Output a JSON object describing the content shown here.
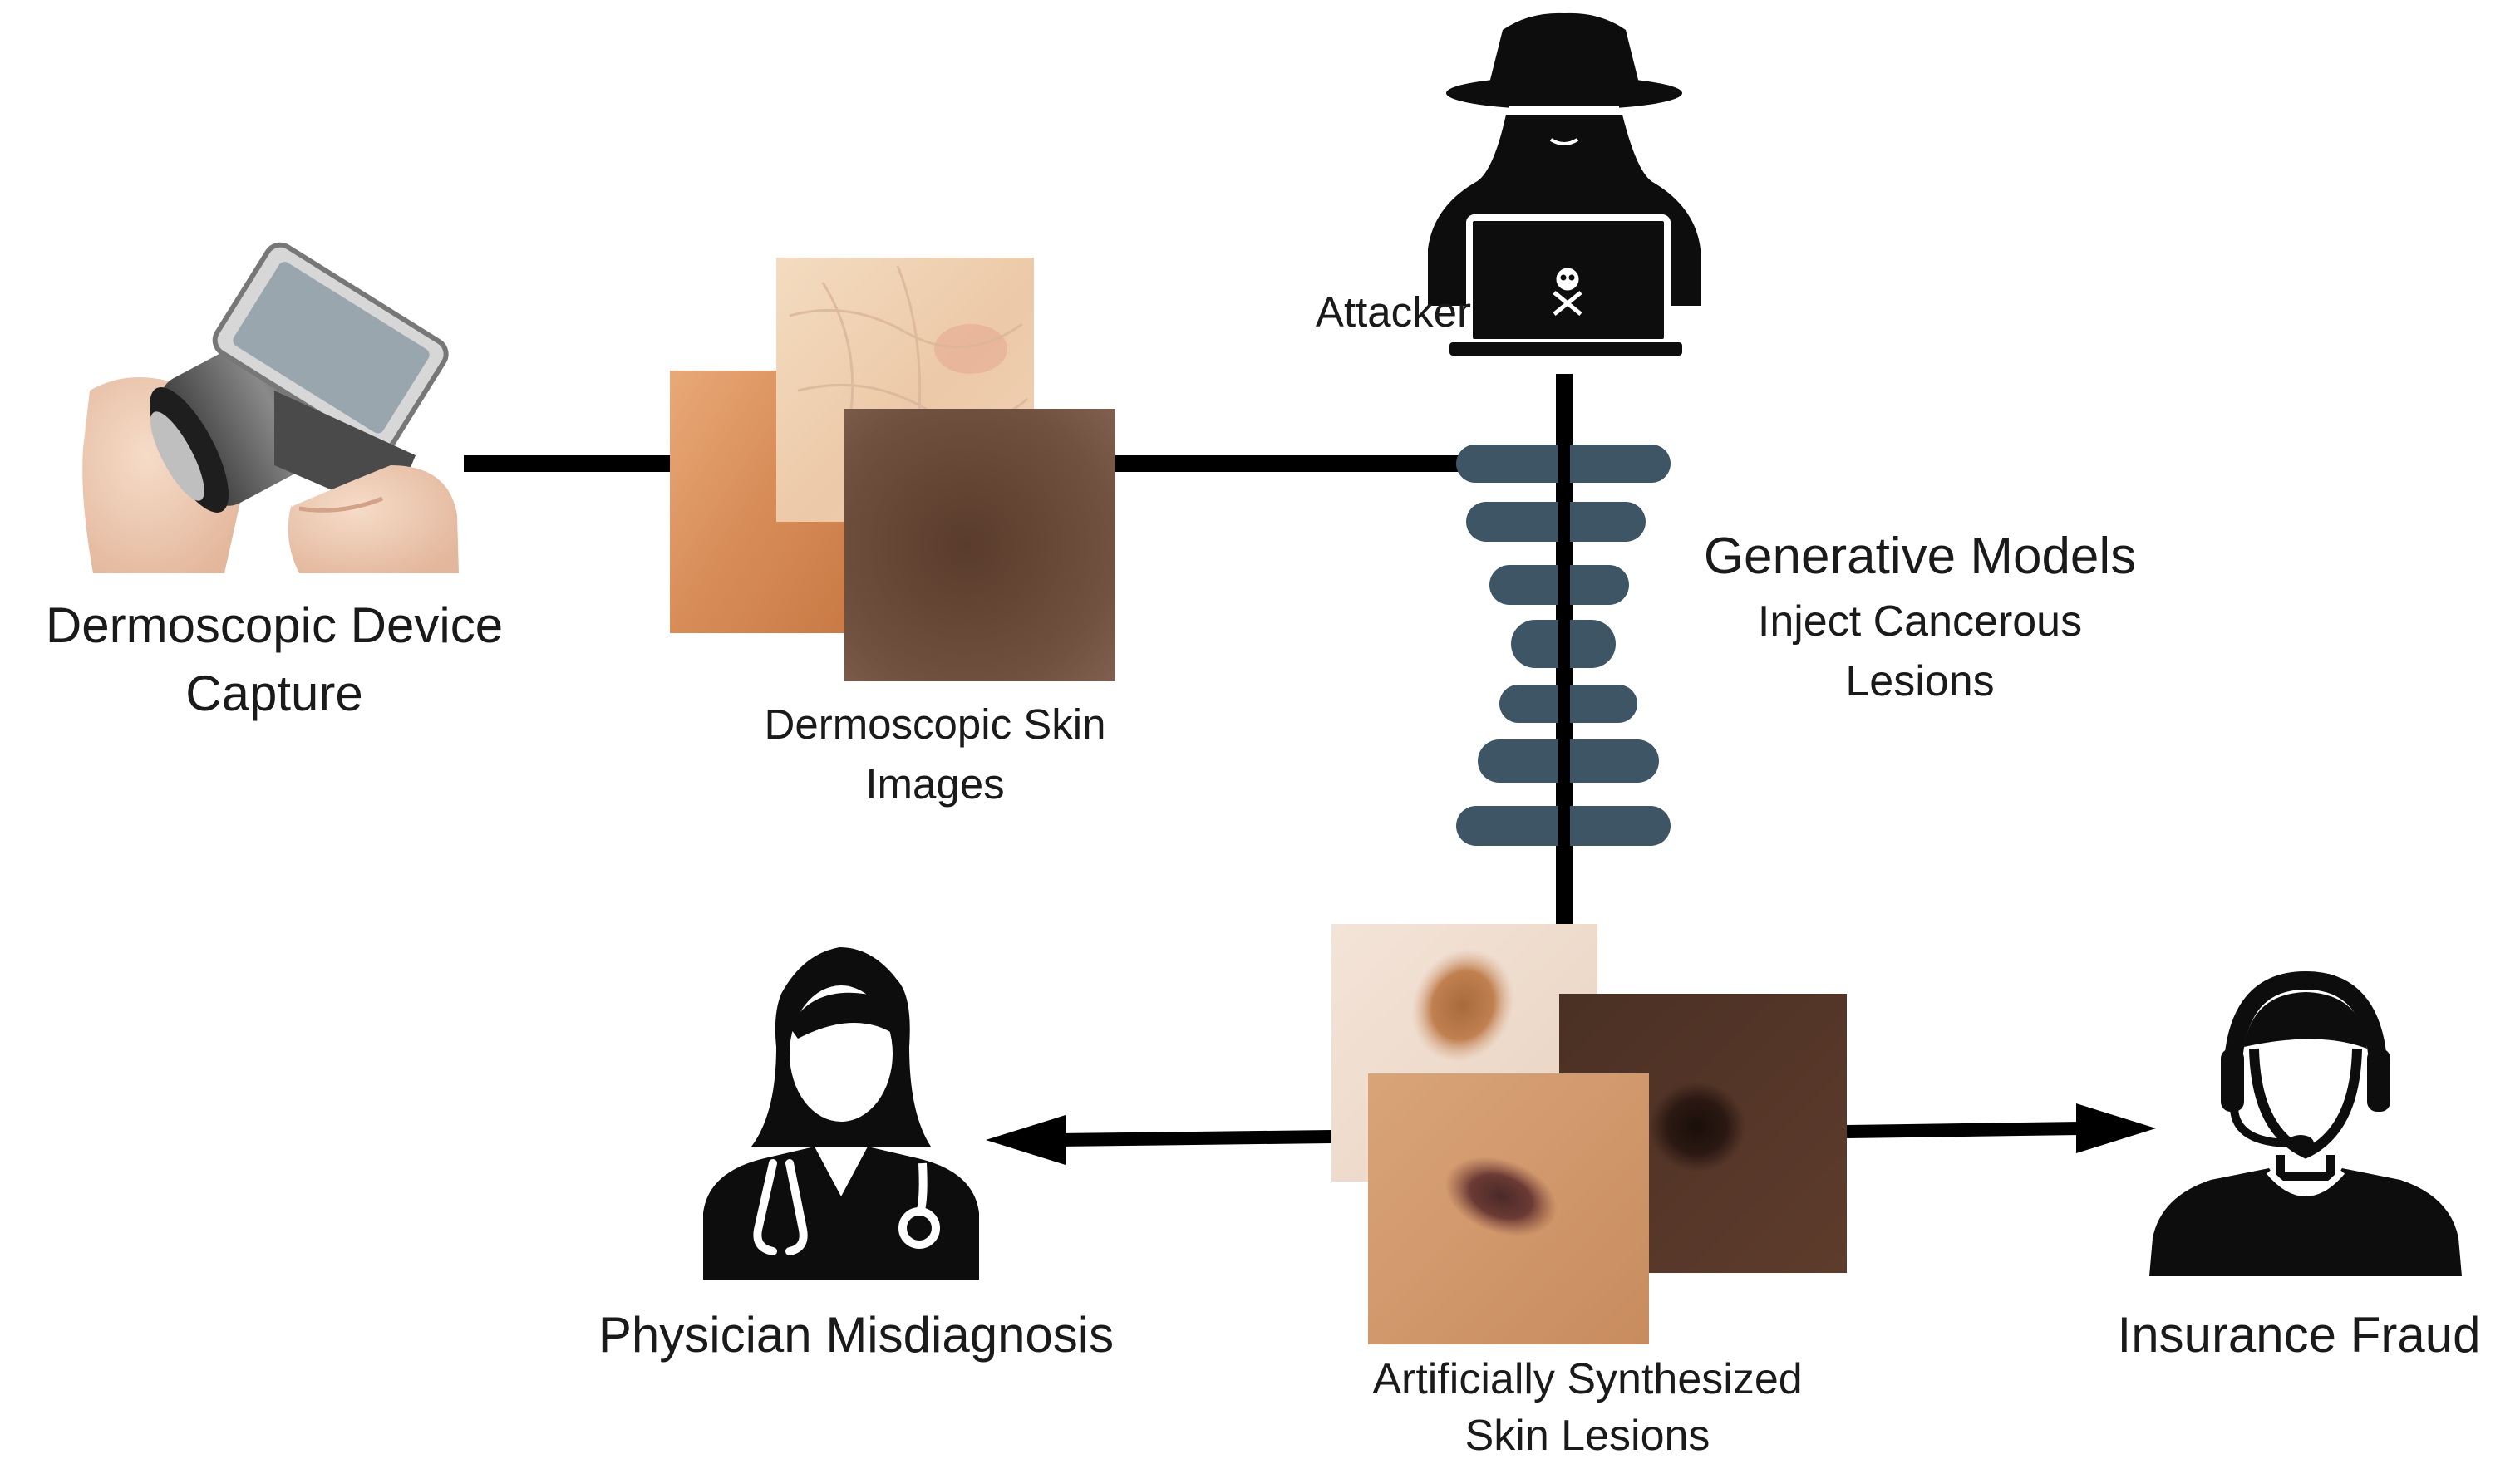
{
  "labels": {
    "device_line1": "Dermoscopic Device",
    "device_line2": "Capture",
    "skin_images_line1": "Dermoscopic Skin",
    "skin_images_line2": "Images",
    "attacker": "Attacker",
    "generative_title": "Generative Models",
    "generative_sub_line1": "Inject Cancerous",
    "generative_sub_line2": "Lesions",
    "physician": "Physician Misdiagnosis",
    "synthesized_line1": "Artificially Synthesized",
    "synthesized_line2": "Skin Lesions",
    "insurance": "Insurance Fraud"
  },
  "icons": {
    "device": "dermoscope-smartphone-icon",
    "attacker": "hacker-laptop-icon",
    "generative": "neural-network-layers-icon",
    "physician": "doctor-stethoscope-icon",
    "insurance": "call-agent-headset-icon",
    "skull": "skull-crossbones-icon"
  },
  "colors": {
    "line": "#000000",
    "layer_bar": "#3e5566",
    "icon_fill": "#0d0d0d",
    "text": "#1a1a1a"
  }
}
